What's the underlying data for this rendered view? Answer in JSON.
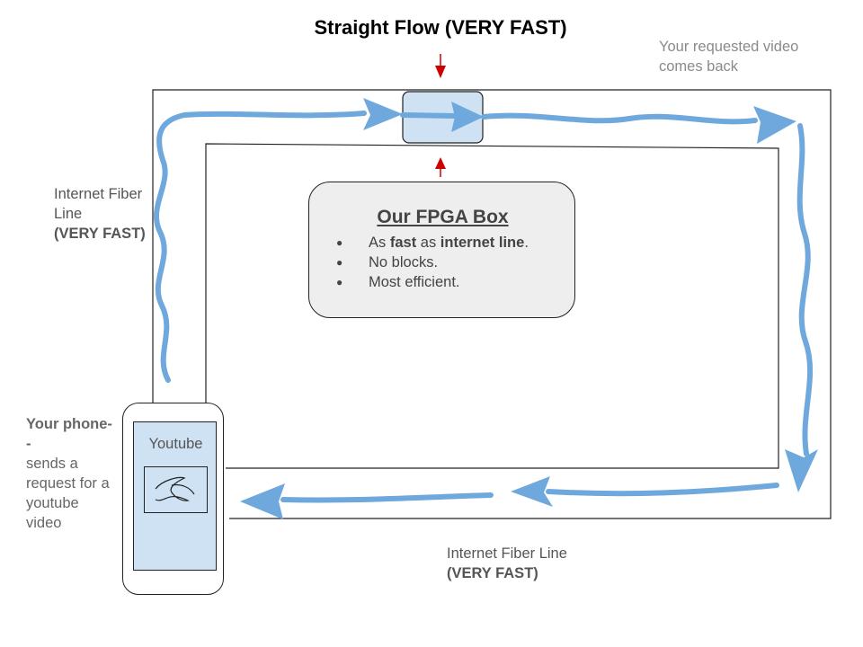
{
  "diagram": {
    "title": "Straight Flow (VERY FAST)",
    "return_note": "Your requested video comes back",
    "fiber_left": {
      "line1": "Internet Fiber Line",
      "line2": "(VERY FAST)"
    },
    "fiber_bottom": {
      "line1": "Internet Fiber Line",
      "line2": "(VERY FAST)"
    },
    "phone_note": {
      "bold": "Your phone--",
      "rest": "sends a request for a youtube video"
    },
    "phone_app_label": "Youtube",
    "fpga_box": {
      "title": "Our FPGA Box",
      "bullets": [
        [
          {
            "text": "As ",
            "bold": false
          },
          {
            "text": "fast",
            "bold": true
          },
          {
            "text": " as ",
            "bold": false
          },
          {
            "text": "internet line",
            "bold": true
          },
          {
            "text": ".",
            "bold": false
          }
        ],
        [
          {
            "text": "No blocks.",
            "bold": false
          }
        ],
        [
          {
            "text": "Most efficient.",
            "bold": false
          }
        ]
      ]
    },
    "colors": {
      "flow_line": "#6fa8dc",
      "fpga_node_fill": "#cfe2f3",
      "fpga_box_fill": "#eeeeee",
      "marker_arrow": "#cc0000",
      "outline": "#222222"
    }
  }
}
